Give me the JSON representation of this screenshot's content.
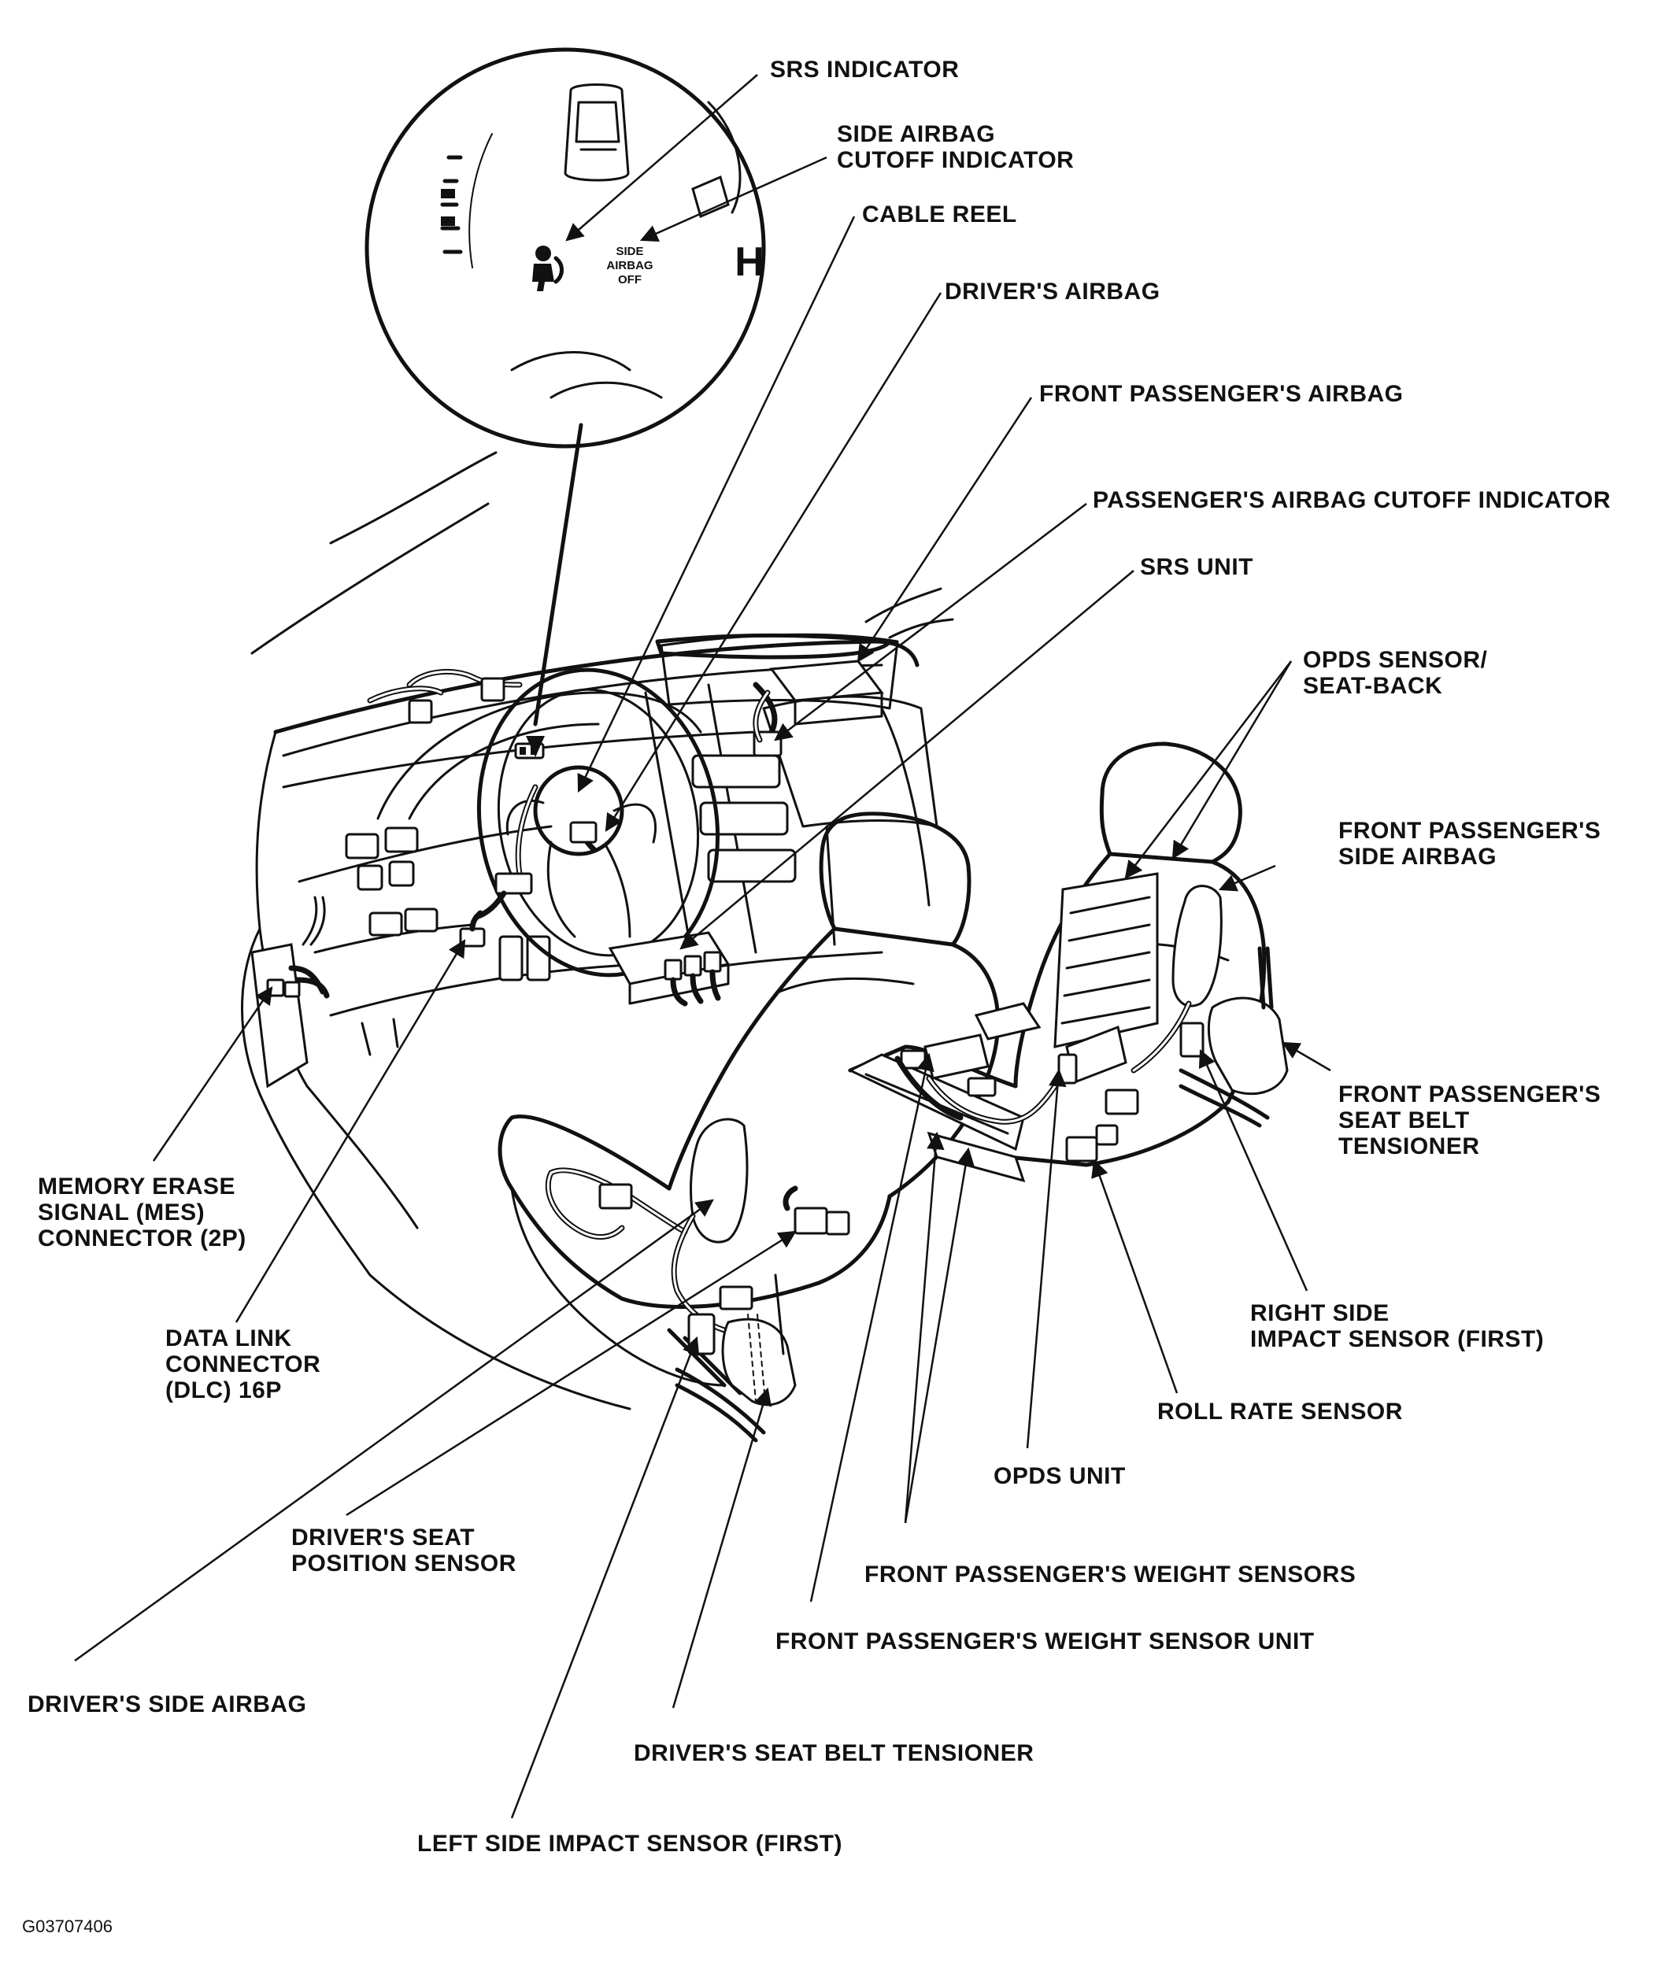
{
  "diagram": {
    "figure_code": "G03707406",
    "inset_badge": {
      "side_airbag_off": [
        "SIDE",
        "AIRBAG",
        "OFF"
      ],
      "gear_letter": "H"
    },
    "labels": {
      "srs_indicator": [
        "SRS INDICATOR"
      ],
      "side_airbag_cutoff_indicator": [
        "SIDE AIRBAG",
        "CUTOFF INDICATOR"
      ],
      "cable_reel": [
        "CABLE REEL"
      ],
      "drivers_airbag": [
        "DRIVER'S AIRBAG"
      ],
      "front_passengers_airbag": [
        "FRONT PASSENGER'S AIRBAG"
      ],
      "passengers_airbag_cutoff_indicator": [
        "PASSENGER'S AIRBAG CUTOFF INDICATOR"
      ],
      "srs_unit": [
        "SRS UNIT"
      ],
      "opds_sensor_seat_back": [
        "OPDS SENSOR/",
        "SEAT-BACK"
      ],
      "front_passengers_side_airbag": [
        "FRONT PASSENGER'S",
        "SIDE AIRBAG"
      ],
      "front_passengers_seat_belt_tensioner": [
        "FRONT PASSENGER'S",
        "SEAT BELT",
        "TENSIONER"
      ],
      "memory_erase_signal_connector": [
        "MEMORY ERASE",
        "SIGNAL (MES)",
        "CONNECTOR (2P)"
      ],
      "data_link_connector": [
        "DATA LINK",
        "CONNECTOR",
        "(DLC) 16P"
      ],
      "right_side_impact_sensor": [
        "RIGHT SIDE",
        "IMPACT SENSOR (FIRST)"
      ],
      "roll_rate_sensor": [
        "ROLL RATE SENSOR"
      ],
      "opds_unit": [
        "OPDS UNIT"
      ],
      "drivers_seat_position_sensor": [
        "DRIVER'S SEAT",
        "POSITION SENSOR"
      ],
      "front_passengers_weight_sensors": [
        "FRONT PASSENGER'S WEIGHT SENSORS"
      ],
      "front_passengers_weight_sensor_unit": [
        "FRONT PASSENGER'S WEIGHT SENSOR UNIT"
      ],
      "drivers_side_airbag": [
        "DRIVER'S SIDE AIRBAG"
      ],
      "drivers_seat_belt_tensioner": [
        "DRIVER'S SEAT BELT TENSIONER"
      ],
      "left_side_impact_sensor": [
        "LEFT SIDE IMPACT SENSOR (FIRST)"
      ]
    }
  }
}
